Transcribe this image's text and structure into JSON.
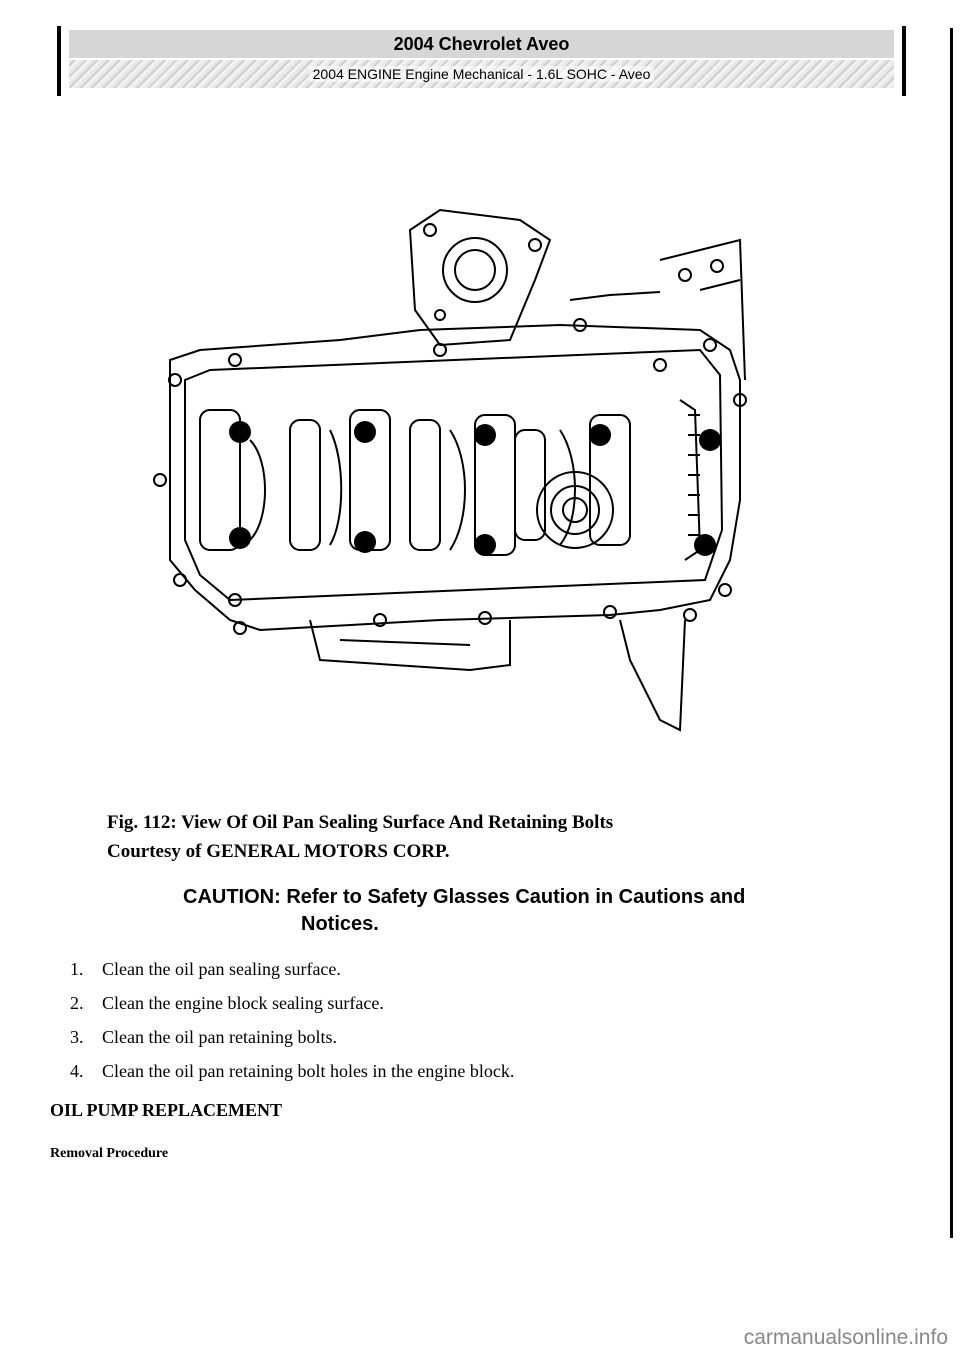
{
  "header": {
    "title": "2004 Chevrolet Aveo",
    "subtitle": "2004 ENGINE Engine Mechanical - 1.6L SOHC - Aveo"
  },
  "figure": {
    "caption_line1": "Fig. 112: View Of Oil Pan Sealing Surface And Retaining Bolts",
    "caption_line2": "Courtesy of GENERAL MOTORS CORP."
  },
  "caution": {
    "label": "CAUTION:",
    "text_line1": "Refer to Safety Glasses Caution in Cautions and",
    "text_line2": "Notices."
  },
  "steps": [
    {
      "num": "1.",
      "text": "Clean the oil pan sealing surface."
    },
    {
      "num": "2.",
      "text": "Clean the engine block sealing surface."
    },
    {
      "num": "3.",
      "text": "Clean the oil pan retaining bolts."
    },
    {
      "num": "4.",
      "text": "Clean the oil pan retaining bolt holes in the engine block."
    }
  ],
  "section": {
    "title": "OIL PUMP REPLACEMENT",
    "subtitle": "Removal Procedure"
  },
  "watermark": "carmanualsonline.info"
}
